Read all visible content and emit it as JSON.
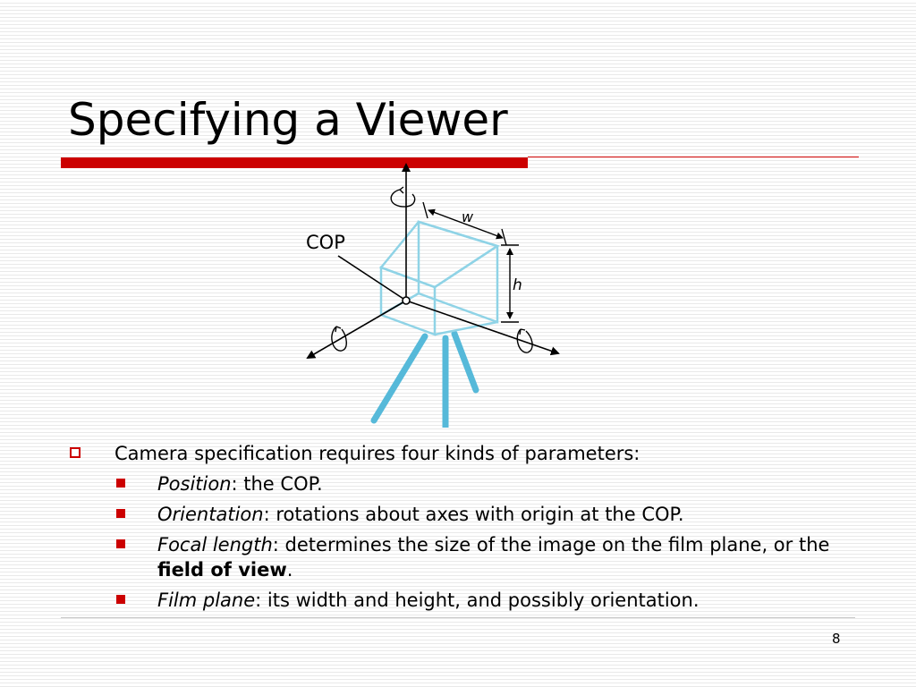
{
  "slide": {
    "title": "Specifying a Viewer",
    "page_number": "8",
    "accent_color": "#cc0000"
  },
  "diagram": {
    "labels": {
      "cop": "COP",
      "width": "w",
      "height": "h"
    },
    "camera_color": "#8fd3e6",
    "tripod_color": "#56b9d9"
  },
  "bullets": {
    "main": "Camera specification requires four kinds of parameters:",
    "items": [
      {
        "term": "Position",
        "text": ": the COP."
      },
      {
        "term": "Orientation",
        "text": ": rotations about axes with origin at the COP."
      },
      {
        "term": "Focal length",
        "text": ": determines the size of the image on the film plane, or the ",
        "bold": "field of view",
        "tail": "."
      },
      {
        "term": "Film plane",
        "text": ": its width and height, and possibly orientation."
      }
    ]
  }
}
